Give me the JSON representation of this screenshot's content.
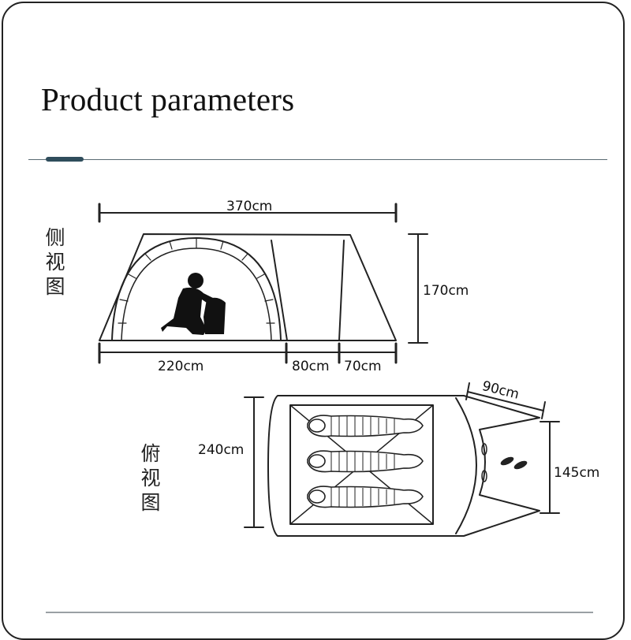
{
  "header": {
    "title": "Product parameters"
  },
  "side_view": {
    "label": "侧视图",
    "dims": {
      "length": "370cm",
      "height": "170cm",
      "inner": "220cm",
      "middle": "80cm",
      "front": "70cm"
    }
  },
  "top_view": {
    "label": "俯视图",
    "dims": {
      "width": "240cm",
      "vestibule_depth": "90cm",
      "door_width": "145cm"
    }
  },
  "colors": {
    "line": "#222222",
    "accent": "#2f4d5c",
    "rule": "#5a6a72"
  }
}
